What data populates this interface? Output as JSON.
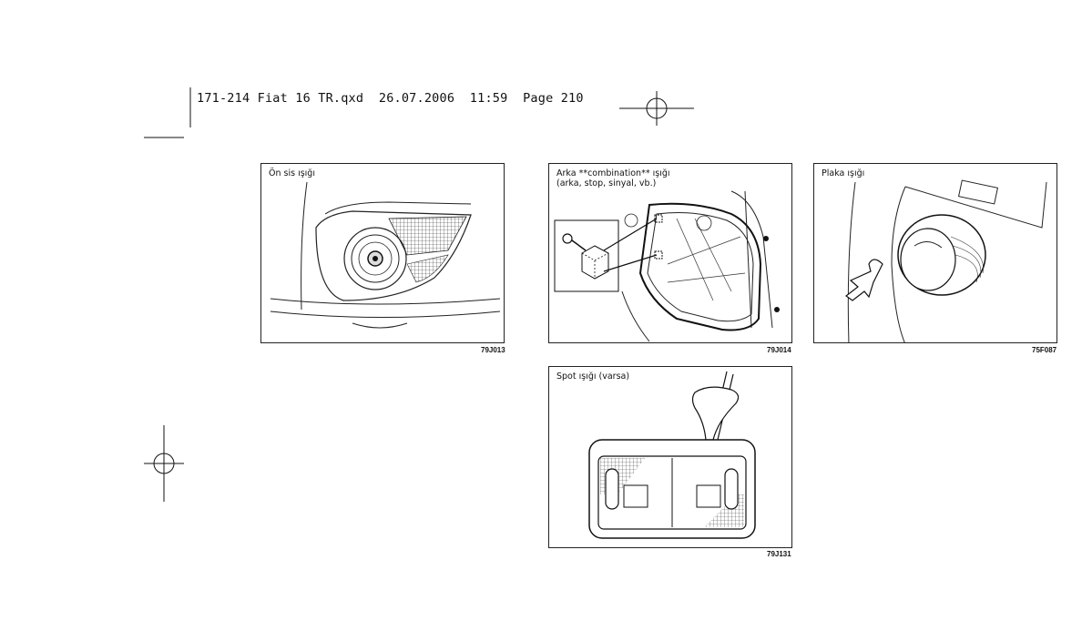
{
  "header": {
    "text": "171-214 Fiat 16 TR.qxd  26.07.2006  11:59  Page 210"
  },
  "figures": {
    "fog": {
      "title": "Ön sis ışığı",
      "code": "79J013"
    },
    "rear": {
      "title": "Arka **combination** ışığı",
      "subtitle": "(arka, stop, sinyal, vb.)",
      "code": "79J014"
    },
    "plate": {
      "title": "Plaka ışığı",
      "code": "75F087"
    },
    "spot": {
      "title": "Spot ışığı (varsa)",
      "code": "79J131"
    }
  }
}
